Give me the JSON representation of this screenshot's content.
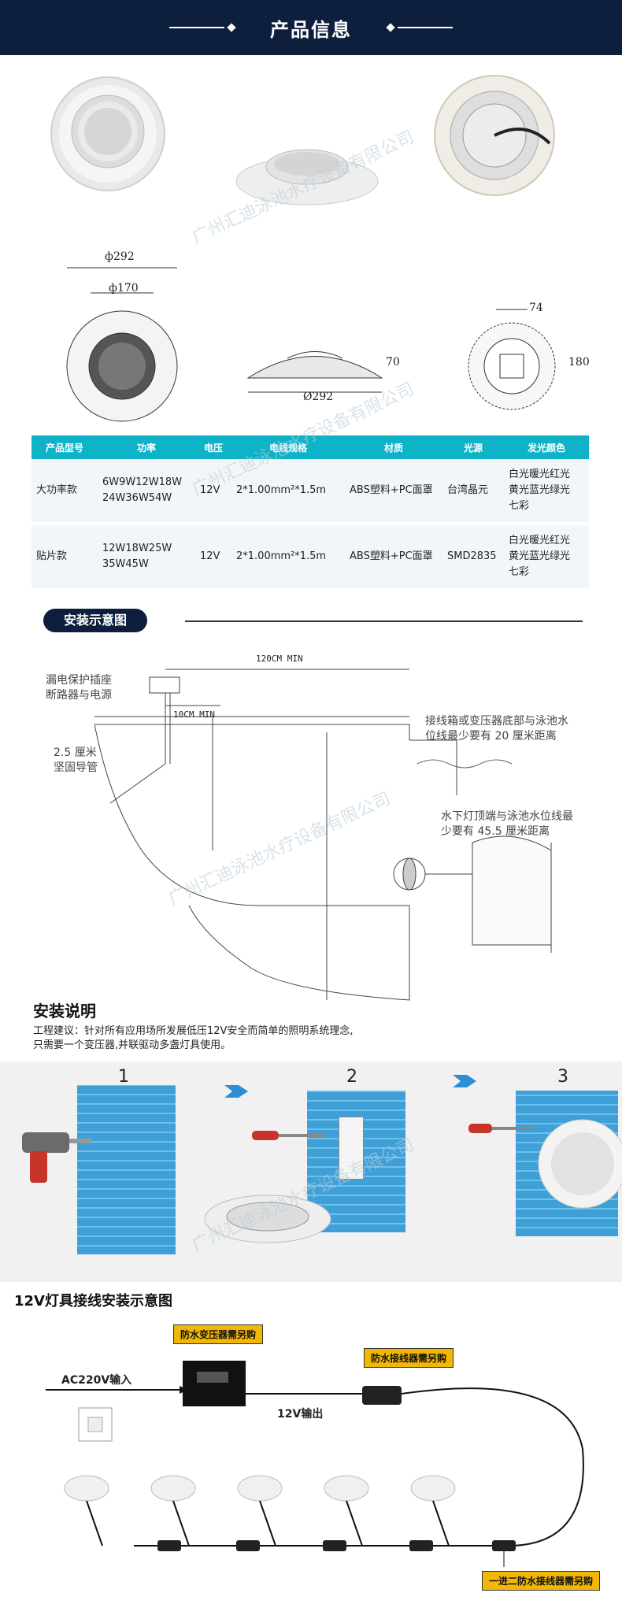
{
  "header": {
    "title": "产品信息"
  },
  "dimensions": {
    "d292": "ф292",
    "d170": "ф170",
    "h70": "70",
    "w292": "Ø292",
    "w74": "74",
    "h180": "180"
  },
  "table": {
    "headers": [
      "产品型号",
      "功率",
      "电压",
      "电线规格",
      "材质",
      "光源",
      "发光颜色"
    ],
    "rows": [
      {
        "model": "大功率款",
        "power1": "6W9W12W18W",
        "power2": "24W36W54W",
        "voltage": "12V",
        "wire": "2*1.00mm²*1.5m",
        "material": "ABS塑料+PC面罩",
        "source": "台湾晶元",
        "color1": "白光暖光红光",
        "color2": "黄光蓝光绿光",
        "color3": "七彩"
      },
      {
        "model": "贴片款",
        "power1": "12W18W25W",
        "power2": "35W45W",
        "voltage": "12V",
        "wire": "2*1.00mm²*1.5m",
        "material": "ABS塑料+PC面罩",
        "source": "SMD2835",
        "color1": "白光暖光红光",
        "color2": "黄光蓝光绿光",
        "color3": "七彩"
      }
    ]
  },
  "install_diagram": {
    "title": "安装示意图",
    "label_breaker1": "漏电保护插座",
    "label_breaker2": "断路器与电源",
    "dim_120": "120CM MIN",
    "dim_10": "10CM MIN",
    "label_conduit1": "2.5 厘米",
    "label_conduit2": "坚固导管",
    "label_junction1": "接线箱或变压器底部与泳池水",
    "label_junction2": "位线最少要有 20 厘米距离",
    "label_lamp1": "水下灯顶端与泳池水位线最",
    "label_lamp2": "少要有 45.5 厘米距离"
  },
  "instructions": {
    "title": "安装说明",
    "line1": "工程建议：针对所有应用场所发展低压12V安全而简单的照明系统理念,",
    "line2": "只需要一个变压器,并联驱动多盏灯具使用。"
  },
  "steps": [
    "1",
    "2",
    "3"
  ],
  "wiring": {
    "title": "12V灯具接线安装示意图",
    "tag_transformer": "防水变压器需另购",
    "tag_connector": "防水接线器需另购",
    "tag_splitter": "一进二防水接线器需另购",
    "input_label": "AC220V输入",
    "output_label": "12V输出"
  },
  "watermark": "广州汇迪泳池水疗设备有限公司",
  "colors": {
    "navy": "#0d1f3c",
    "teal": "#0fb3c8",
    "tag_yellow": "#f2b705",
    "pool_blue": "#3fa0d8"
  }
}
